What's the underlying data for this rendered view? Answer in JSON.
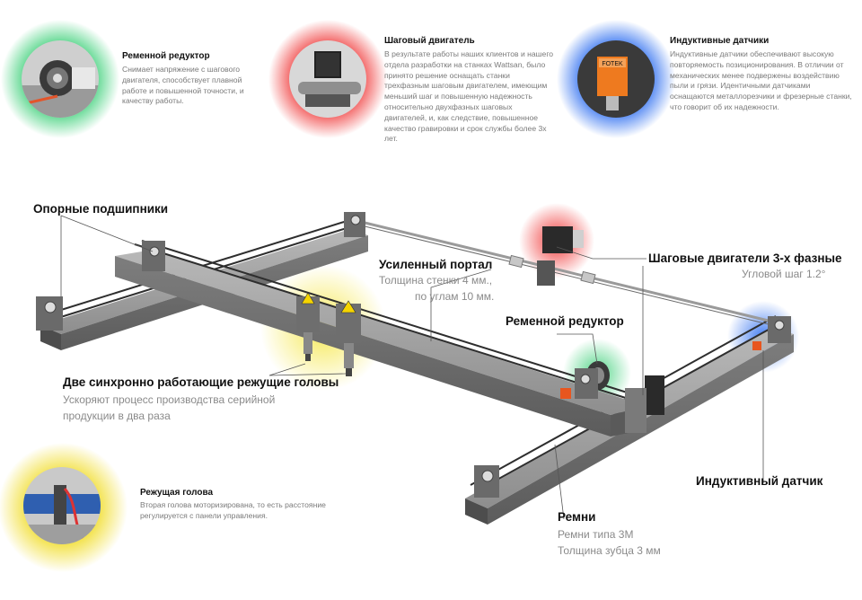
{
  "features": [
    {
      "title": "Ременной редуктор",
      "text": "Снимает напряжение с шагового двигателя, способствует плавной работе и повышенной точности, и качеству работы.",
      "glow": "#3fd07a"
    },
    {
      "title": "Шаговый двигатель",
      "text": "В результате работы наших клиентов и нашего отдела разработки на станках Wattsan, было принято решение оснащать станки трехфазным шаговым двигателем, имеющим меньший шаг и повышенную надежность относительно двухфазных шаговых двигателей, и, как следствие, повышенное качество гравировки и срок службы более 3х лет.",
      "glow": "#f04040"
    },
    {
      "title": "Индуктивные датчики",
      "text": "Индуктивные датчики обеспечивают высокую повторяемость позиционирования. В отличии от механических менее подвержены воздействию пыли и грязи. Идентичными датчиками оснащаются металлорезчики и фрезерные станки, что говорит об их надежности.",
      "glow": "#2f6ff0",
      "sensor_label": "FOTEK"
    },
    {
      "title": "Режущая голова",
      "text": "Вторая голова моторизирована, то есть расстояние регулируется с панели управления.",
      "glow": "#f2e040"
    }
  ],
  "labels": {
    "bearings": "Опорные подшипники",
    "portal_title": "Усиленный портал",
    "portal_sub1": "Толщина стенки 4 мм.,",
    "portal_sub2": "по углам 10 мм.",
    "motors_title": "Шаговые двигатели 3-х фазные",
    "motors_sub": "Угловой шаг 1.2°",
    "reducer": "Ременной редуктор",
    "heads_title": "Две синхронно работающие режущие головы",
    "heads_sub1": "Ускоряют процесс производства серийной",
    "heads_sub2": "продукции в два раза",
    "sensor": "Индуктивный датчик",
    "belts_title": "Ремни",
    "belts_sub1": "Ремни типа 3M",
    "belts_sub2": "Толщина зубца 3 мм"
  },
  "colors": {
    "rail": "#8c8c8c",
    "rail_dark": "#5a5a5a",
    "belt": "#2e2e2e",
    "leader": "#555555",
    "warning": "#f5d400",
    "sensor": "#e8561f"
  }
}
